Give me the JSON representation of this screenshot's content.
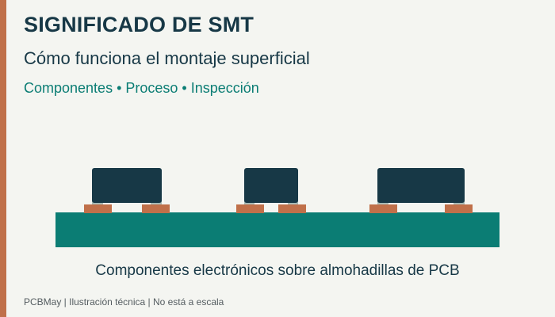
{
  "header": {
    "title": "SIGNIFICADO DE SMT",
    "subtitle": "Cómo funciona el montaje superficial",
    "tagline": "Componentes • Proceso • Inspección"
  },
  "illustration": {
    "caption": "Componentes electrónicos sobre almohadillas de PCB",
    "colors": {
      "board": "#0b7d74",
      "component_body": "#173846",
      "lead": "#a8bab5",
      "pad": "#c0704a",
      "accent_bar": "#c0704a"
    }
  },
  "footer": {
    "text": "PCBMay | Ilustración técnica | No está a escala"
  }
}
